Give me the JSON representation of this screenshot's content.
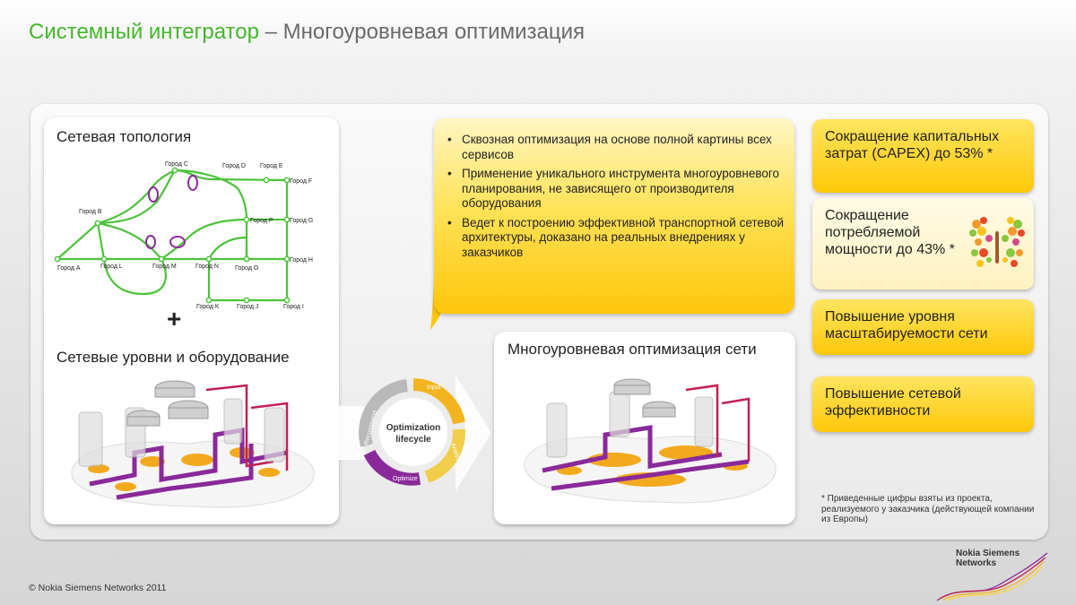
{
  "header": {
    "title_green": "Системный интегратор",
    "title_grey": " – Многоуровневая оптимизация"
  },
  "left_card": {
    "topology_title": "Сетевая топология",
    "plus": "+",
    "layers_title": "Сетевые уровни и оборудование"
  },
  "topology_cities": {
    "a": "Город A",
    "b": "Город B",
    "c": "Город C",
    "d": "Город D",
    "e": "Город E",
    "f": "Город F",
    "g": "Город G",
    "h": "Город H",
    "i": "Город I",
    "j": "Город J",
    "k": "Город K",
    "l": "Город L",
    "m": "Город M",
    "n": "Город N",
    "o": "Город O",
    "p": "Город P"
  },
  "bubble": {
    "bullet_char": "•",
    "bullets": [
      "Сквозная оптимизация на основе полной картины всех сервисов",
      "Применение уникального инструмента многоуровневого планирования, не зависящего от производителя оборудования",
      "Ведет к построению эффективной транспортной сетевой архитектуры, доказано на реальных внедрениях у заказчиков"
    ]
  },
  "lifecycle": {
    "center_line1": "Optimization",
    "center_line2": "lifecycle",
    "input": "Input",
    "analyze": "Analyze",
    "optimize": "Optimize",
    "recommend": "Recommend"
  },
  "right_card": {
    "title": "Многоуровневая оптимизация сети"
  },
  "benefits": [
    "Сокращение капитальных затрат (CAPEX) до 53% *",
    "Сокращение потребляемой мощности до 43% *",
    "Повышение уровня масштабируемости сети",
    "Повышение сетевой эффективности"
  ],
  "footnote": "* Приведенные цифры взяты из проекта, реализуемого у заказчика (действующей компании из Европы)",
  "footer": {
    "copyright": "© Nokia Siemens Networks 2011",
    "logo_line1": "Nokia Siemens",
    "logo_line2": "Networks"
  },
  "colors": {
    "green": "#44b62c",
    "yellow": "#ffc60a",
    "purple": "#8a2a9a",
    "orange": "#f0a020"
  }
}
